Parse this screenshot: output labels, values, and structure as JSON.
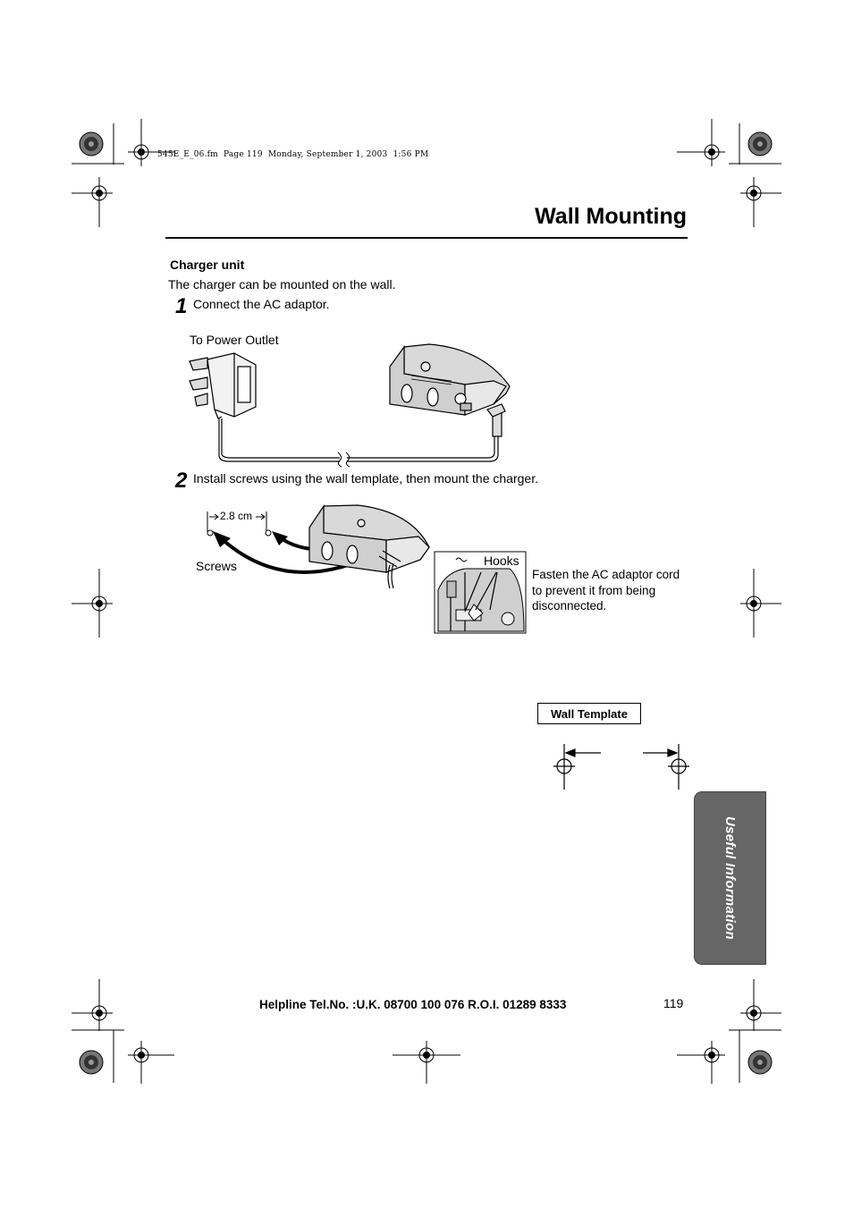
{
  "file_info": "545E_E_06.fm  Page 119  Monday, September 1, 2003  1:56 PM",
  "title": "Wall Mounting",
  "section_title": "Charger unit",
  "intro": "The charger can be mounted on the wall.",
  "steps": [
    {
      "number": "1",
      "text": "Connect the AC adaptor."
    },
    {
      "number": "2",
      "text": "Install screws using the wall template, then mount the charger."
    }
  ],
  "figure1": {
    "power_outlet_label": "To Power Outlet"
  },
  "figure2": {
    "distance_label": "2.8 cm",
    "screws_label": "Screws",
    "hooks_label": "Hooks",
    "note": "Fasten the AC adaptor cord to prevent it from being disconnected."
  },
  "wall_template_label": "Wall Template",
  "side_tab": "Useful Information",
  "helpline": "Helpline Tel.No. :U.K. 08700 100 076  R.O.I. 01289 8333",
  "page_number": "119"
}
